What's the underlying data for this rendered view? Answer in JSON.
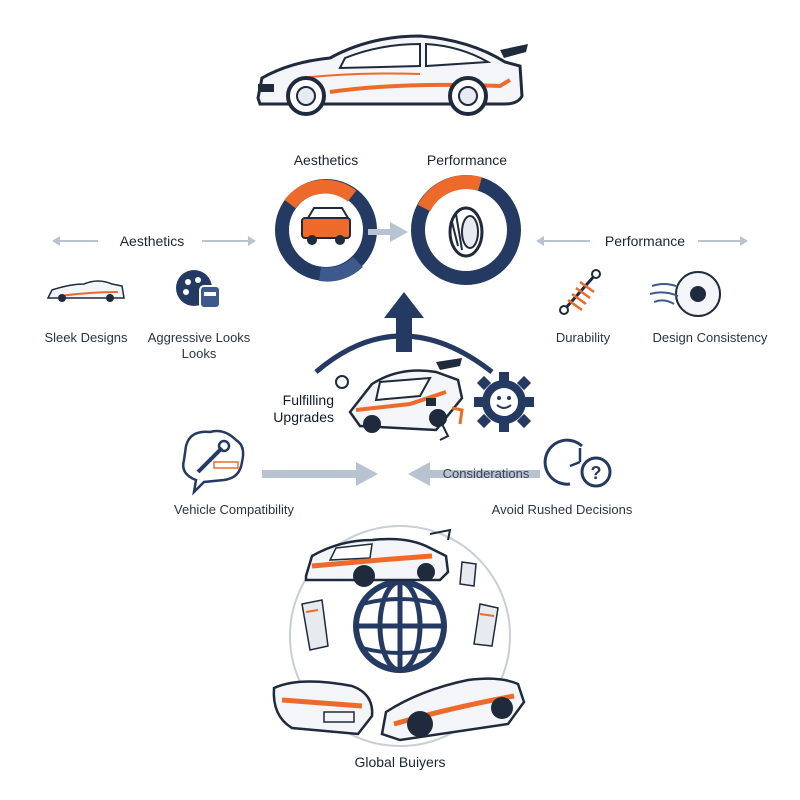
{
  "top": {
    "aesthetics_title": "Aesthetics",
    "performance_title": "Performance"
  },
  "left_branch": {
    "title": "Aesthetics",
    "items": [
      "Sleek Designs",
      "Aggressive Looks",
      "Looks"
    ]
  },
  "right_branch": {
    "title": "Performance",
    "items": [
      "Durability",
      "Design Consistency"
    ]
  },
  "center": {
    "title_line1": "Fulfilling",
    "title_line2": "Upgrades"
  },
  "middle_row": {
    "left_label": "Vehicle Compatibility",
    "right_arrow_label": "Considerations",
    "right_label": "Avoid Rushed Decisions"
  },
  "bottom": {
    "label": "Global Buiyers"
  },
  "colors": {
    "navy": "#243a63",
    "orange": "#ee6a2a",
    "gray_arrow": "#b8c3d1",
    "light_gray": "#e7ebf0"
  },
  "icons": [
    "sports-car-icon",
    "suv-icon",
    "tire-icon",
    "palette-icon",
    "shock-absorber-icon",
    "brake-disc-icon",
    "tuned-car-icon",
    "gear-smile-icon",
    "wrench-speech-icon",
    "clock-question-icon",
    "globe-icon",
    "body-kit-icon"
  ]
}
